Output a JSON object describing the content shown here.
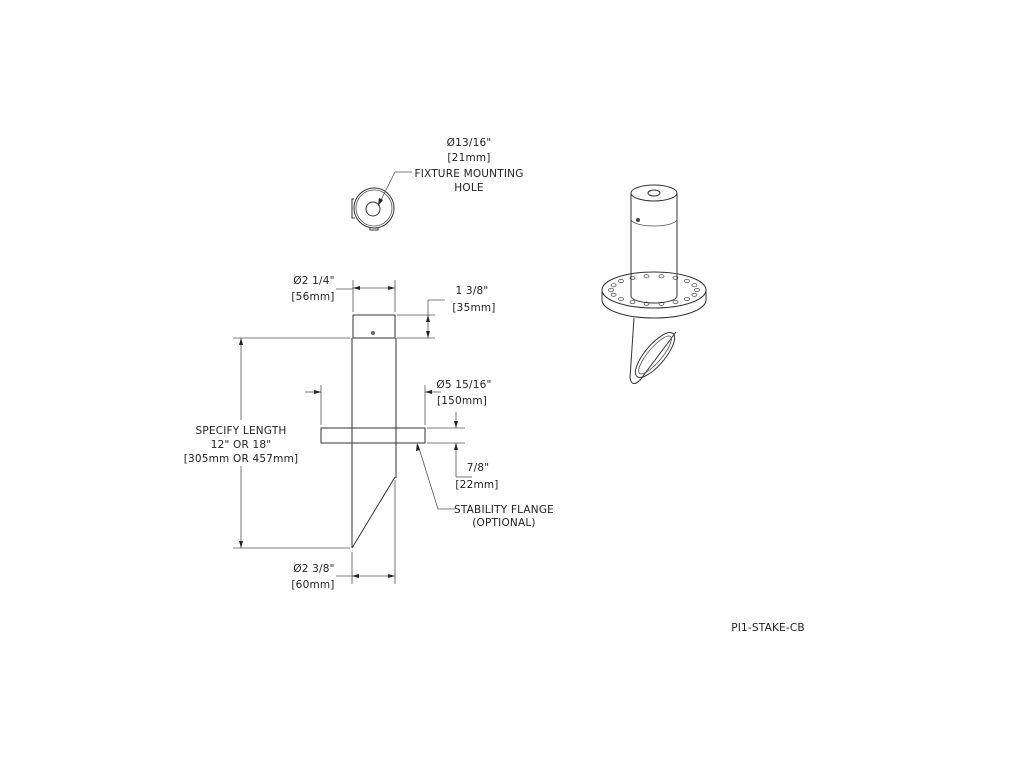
{
  "top_view": {
    "hole_diameter_in": "Ø13/16\"",
    "hole_diameter_mm": "[21mm]",
    "hole_label_line1": "FIXTURE MOUNTING",
    "hole_label_line2": "HOLE"
  },
  "side_view": {
    "top_diameter_in": "Ø2 1/4\"",
    "top_diameter_mm": "[56mm]",
    "cap_height_in": "1 3/8\"",
    "cap_height_mm": "[35mm]",
    "length_line1": "SPECIFY LENGTH",
    "length_line2": "12\" OR 18\"",
    "length_line3": "[305mm OR 457mm]",
    "flange_diameter_in": "Ø5 15/16\"",
    "flange_diameter_mm": "[150mm]",
    "flange_thickness_in": "7/8\"",
    "flange_thickness_mm": "[22mm]",
    "flange_label_line1": "STABILITY FLANGE",
    "flange_label_line2": "(OPTIONAL)",
    "bottom_diameter_in": "Ø2 3/8\"",
    "bottom_diameter_mm": "[60mm]"
  },
  "part_number": "PI1-STAKE-CB"
}
